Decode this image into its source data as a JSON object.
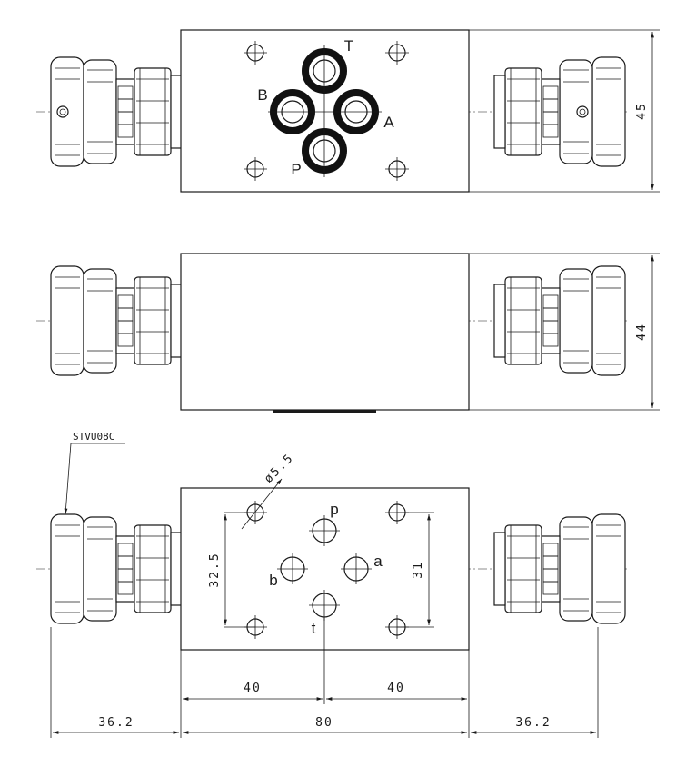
{
  "top_view": {
    "ports": {
      "T": "T",
      "B": "B",
      "A": "A",
      "P": "P"
    }
  },
  "bottom_view": {
    "ports": {
      "p": "p",
      "b": "b",
      "a": "a",
      "t": "t"
    },
    "model": "STVU08C"
  },
  "dimensions": {
    "height_top": "45",
    "height_mid": "44",
    "hole_dia": "ø5.5",
    "hole_spacing_left": "32.5",
    "hole_spacing_right": "31",
    "half_left": "40",
    "half_right": "40",
    "body_width": "80",
    "knob_left": "36.2",
    "knob_right": "36.2"
  }
}
